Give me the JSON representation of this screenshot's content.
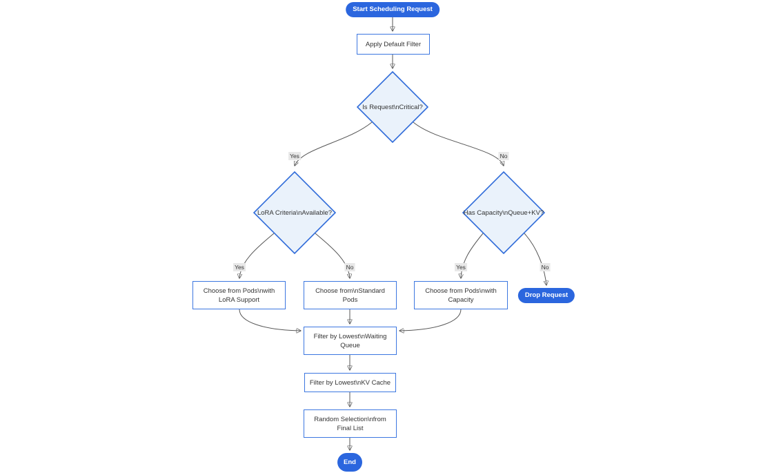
{
  "diagram": {
    "type": "flowchart",
    "direction": "top-down",
    "colors": {
      "canvas_bg": "#ffffff",
      "terminal_fill": "#2b66de",
      "terminal_text": "#ffffff",
      "process_fill": "#ffffff",
      "process_border": "#3b76e0",
      "decision_fill": "#eaf2fb",
      "decision_border": "#2f6bd9",
      "edge_line": "#555555",
      "edge_label_bg": "#e8e8e8",
      "label_text": "#333333"
    },
    "nodes": {
      "start": {
        "label": "Start Scheduling Request",
        "shape": "stadium"
      },
      "apply_filter": {
        "label": "Apply Default Filter",
        "shape": "rect"
      },
      "is_critical": {
        "label": "Is Request\\nCritical?",
        "shape": "diamond"
      },
      "lora_available": {
        "label": "LoRA Criteria\\nAvailable?",
        "shape": "diamond"
      },
      "has_capacity": {
        "label": "Has Capacity\\nQueue+KV?",
        "shape": "diamond"
      },
      "choose_lora_pods": {
        "label": "Choose from Pods\\nwith LoRA Support",
        "shape": "rect"
      },
      "choose_standard_pods": {
        "label": "Choose from\\nStandard Pods",
        "shape": "rect"
      },
      "choose_capacity_pods": {
        "label": "Choose from Pods\\nwith Capacity",
        "shape": "rect"
      },
      "drop_request": {
        "label": "Drop Request",
        "shape": "stadium"
      },
      "filter_waiting_queue": {
        "label": "Filter by Lowest\\nWaiting Queue",
        "shape": "rect"
      },
      "filter_kv_cache": {
        "label": "Filter by Lowest\\nKV Cache",
        "shape": "rect"
      },
      "random_selection": {
        "label": "Random Selection\\nfrom Final List",
        "shape": "rect"
      },
      "end": {
        "label": "End",
        "shape": "stadium"
      }
    },
    "edge_labels": {
      "critical_yes": "Yes",
      "critical_no": "No",
      "lora_yes": "Yes",
      "lora_no": "No",
      "capacity_yes": "Yes",
      "capacity_no": "No"
    },
    "edges": [
      {
        "from": "start",
        "to": "apply_filter",
        "label": ""
      },
      {
        "from": "apply_filter",
        "to": "is_critical",
        "label": ""
      },
      {
        "from": "is_critical",
        "to": "lora_available",
        "label": "Yes"
      },
      {
        "from": "is_critical",
        "to": "has_capacity",
        "label": "No"
      },
      {
        "from": "lora_available",
        "to": "choose_lora_pods",
        "label": "Yes"
      },
      {
        "from": "lora_available",
        "to": "choose_standard_pods",
        "label": "No"
      },
      {
        "from": "has_capacity",
        "to": "choose_capacity_pods",
        "label": "Yes"
      },
      {
        "from": "has_capacity",
        "to": "drop_request",
        "label": "No"
      },
      {
        "from": "choose_lora_pods",
        "to": "filter_waiting_queue",
        "label": ""
      },
      {
        "from": "choose_standard_pods",
        "to": "filter_waiting_queue",
        "label": ""
      },
      {
        "from": "choose_capacity_pods",
        "to": "filter_waiting_queue",
        "label": ""
      },
      {
        "from": "filter_waiting_queue",
        "to": "filter_kv_cache",
        "label": ""
      },
      {
        "from": "filter_kv_cache",
        "to": "random_selection",
        "label": ""
      },
      {
        "from": "random_selection",
        "to": "end",
        "label": ""
      }
    ]
  }
}
